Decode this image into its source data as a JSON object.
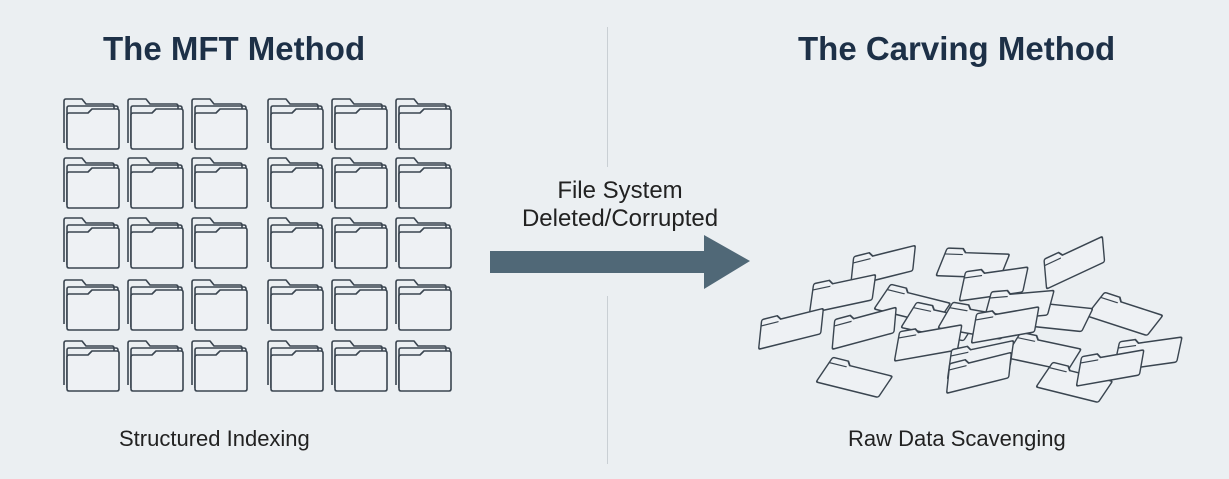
{
  "left_panel": {
    "title": "The MFT Method",
    "caption": "Structured Indexing",
    "grid": {
      "rows": 5,
      "columns": 6,
      "icon": "folder-stack-icon"
    }
  },
  "transition": {
    "label_line1": "File System",
    "label_line2": "Deleted/Corrupted",
    "icon": "arrow-right-icon",
    "arrow_color": "#506877"
  },
  "right_panel": {
    "title": "The Carving Method",
    "caption": "Raw Data Scavenging",
    "scattered_folder_count": 22,
    "icon": "folder-icon"
  },
  "colors": {
    "background": "#ebeff2",
    "title": "#1d3047",
    "folder_stroke": "#3a4550"
  }
}
